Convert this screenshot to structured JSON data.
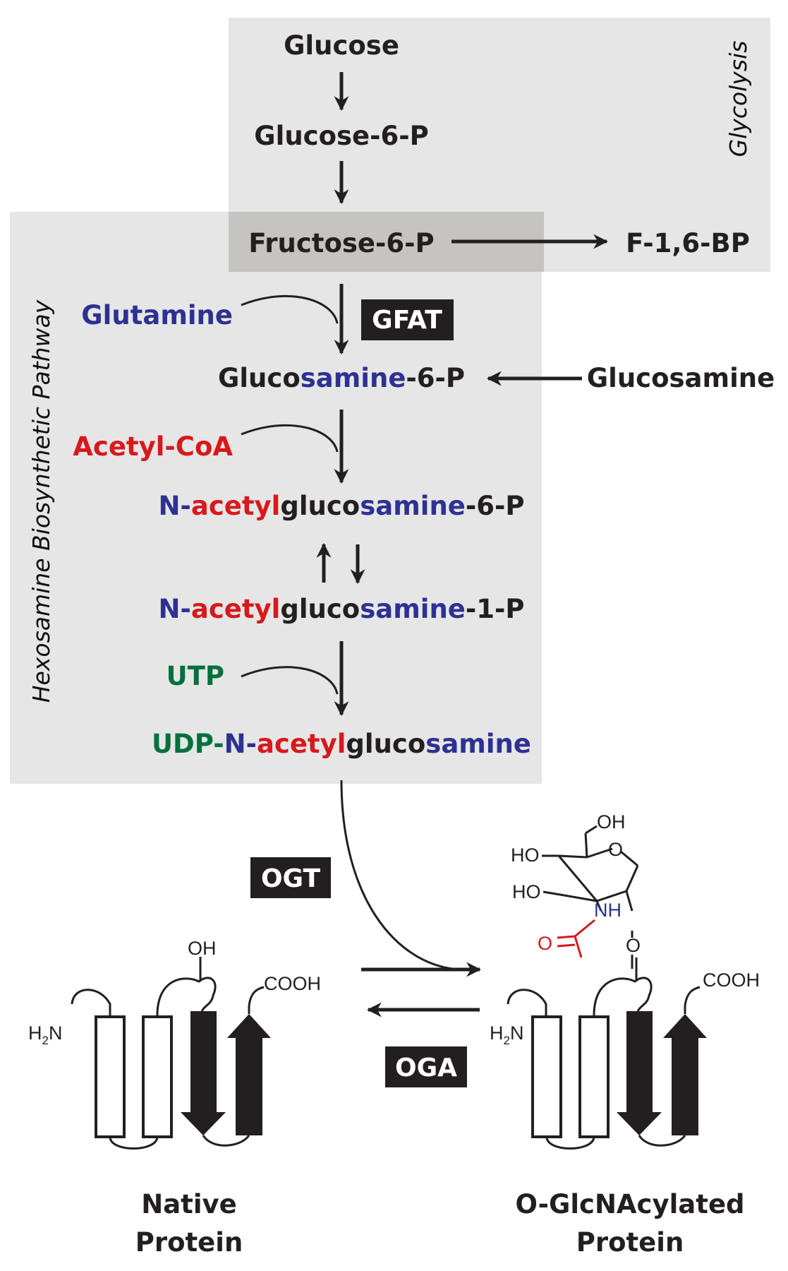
{
  "colors": {
    "black": "#231f20",
    "blue": "#2e3192",
    "red": "#d7191c",
    "green": "#00703c",
    "panel": "#e6e6e6",
    "highlight": "#c6c4c1",
    "enzyme_box": "#231f20"
  },
  "regions": {
    "glycolysis": "Glycolysis",
    "hexosamine": "Hexosamine Biosynthetic Pathway"
  },
  "metabolites": {
    "glucose": "Glucose",
    "glucose_6_p": "Glucose-6-P",
    "fructose_6_p": "Fructose-6-P",
    "f_1_6_bp": "F-1,6-BP",
    "glutamine": "Glutamine",
    "glucosamine_6_p": {
      "a": "Gluco",
      "b": "samine",
      "c": "-6-P"
    },
    "glucosamine": "Glucosamine",
    "acetyl_coa": "Acetyl-CoA",
    "glcnac_6_p": {
      "a": "N-",
      "b": "acetyl",
      "c": "gluco",
      "d": "samine",
      "e": "-6-P"
    },
    "glcnac_1_p": {
      "a": "N-",
      "b": "acetyl",
      "c": "gluco",
      "d": "samine",
      "e": "-1-P"
    },
    "utp": "UTP",
    "udp_glcnac": {
      "a": "UDP-",
      "b": "N-",
      "c": "acetyl",
      "d": "gluco",
      "e": "samine"
    }
  },
  "enzymes": {
    "gfat": "GFAT",
    "ogt": "OGT",
    "oga": "OGA"
  },
  "chemistry": {
    "oh_top": "OH",
    "ho_upper": "HO",
    "ho_lower": "HO",
    "ring_o": "O",
    "nh": "NH",
    "carbonyl_o": "O",
    "glycosidic_o": "O",
    "native_oh": "OH",
    "native_cooh": "COOH",
    "native_h": "H",
    "native_2": "2",
    "native_n": "N",
    "mod_cooh": "COOH",
    "mod_h": "H",
    "mod_2": "2",
    "mod_n": "N"
  },
  "proteins": {
    "native_line1": "Native",
    "native_line2": "Protein",
    "modified_line1": "O-GlcNAcylated",
    "modified_line2": "Protein"
  }
}
